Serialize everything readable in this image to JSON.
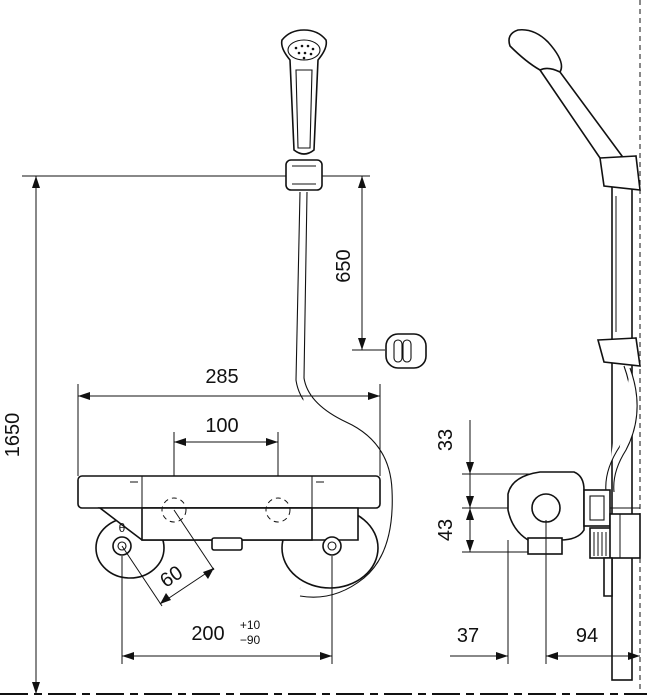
{
  "dimensions": {
    "total_height": "1650",
    "bar_to_holder": "650",
    "body_width": "285",
    "inner_spacing": "100",
    "diagonal": "60",
    "mount_spacing": "200",
    "tolerance_plus": "+10",
    "tolerance_minus": "−90",
    "height_upper": "33",
    "height_lower": "43",
    "depth_wall": "37",
    "depth_front": "94"
  },
  "colors": {
    "line": "#111111",
    "background": "#ffffff"
  }
}
